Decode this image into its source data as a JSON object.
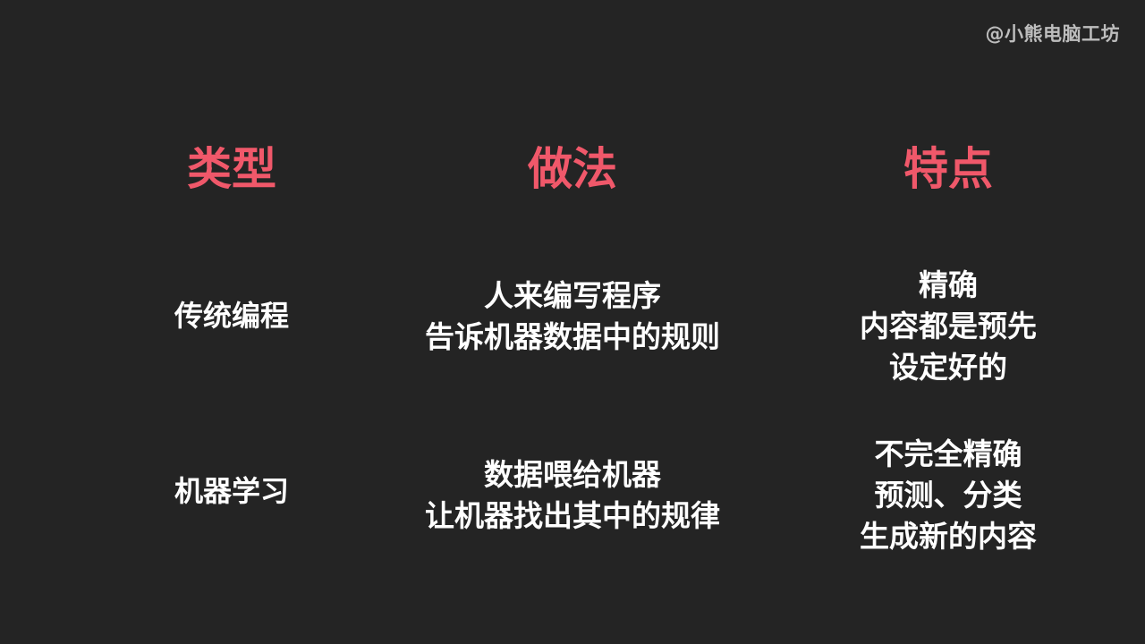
{
  "watermark": "@小熊电脑工坊",
  "headers": {
    "type": "类型",
    "method": "做法",
    "feature": "特点"
  },
  "rows": [
    {
      "type": "传统编程",
      "method": [
        "人来编写程序",
        "告诉机器数据中的规则"
      ],
      "feature": [
        "精确",
        "内容都是预先",
        "设定好的"
      ]
    },
    {
      "type": "机器学习",
      "method": [
        "数据喂给机器",
        "让机器找出其中的规律"
      ],
      "feature": [
        "不完全精确",
        "预测、分类",
        "生成新的内容"
      ]
    }
  ],
  "colors": {
    "background": "#242424",
    "heading": "#f0586a",
    "text": "#ffffff",
    "watermark": "#bdbdbd"
  }
}
